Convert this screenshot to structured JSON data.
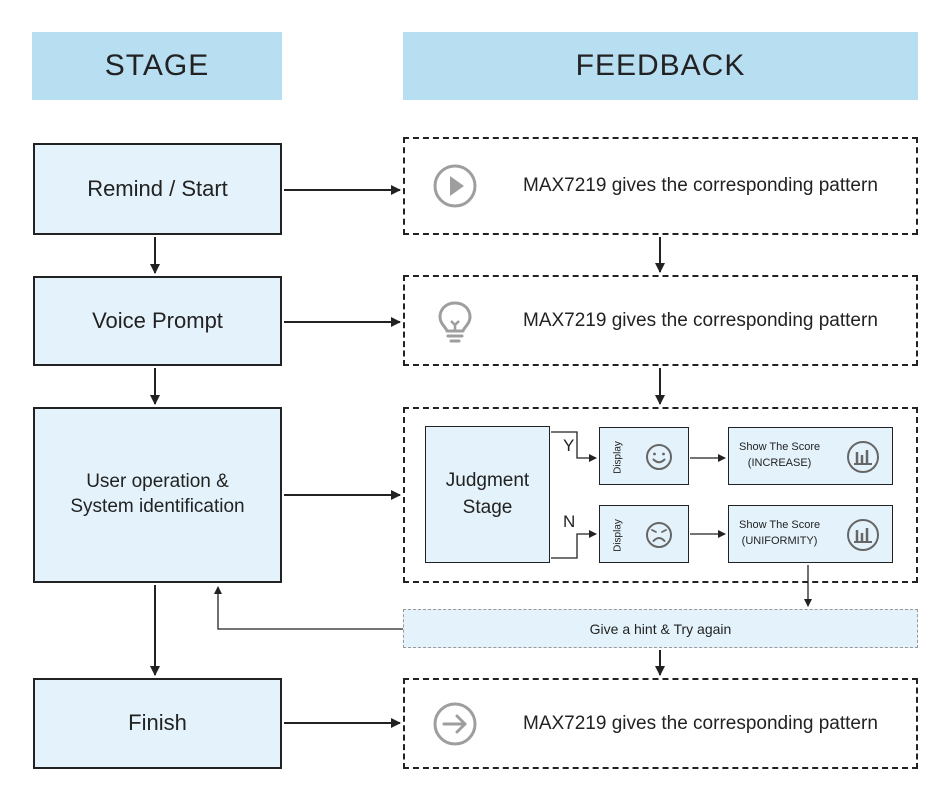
{
  "headers": {
    "stage": "STAGE",
    "feedback": "FEEDBACK"
  },
  "stages": {
    "remind_start": "Remind / Start",
    "voice_prompt": "Voice Prompt",
    "user_operation_line1": "User operation &",
    "user_operation_line2": "System identification",
    "finish": "Finish"
  },
  "feedback": {
    "remind_text": "MAX7219 gives the corresponding pattern",
    "voice_text": "MAX7219 gives the corresponding pattern",
    "finish_text": "MAX7219 gives the corresponding pattern",
    "remind_icon": "play-icon",
    "voice_icon": "lightbulb-icon",
    "finish_icon": "arrow-right-icon"
  },
  "judgment": {
    "title_line1": "Judgment",
    "title_line2": "Stage",
    "yes_label": "Y",
    "no_label": "N",
    "display_label_yes": "Display",
    "display_label_no": "Display",
    "yes_face_icon": "smile-face-icon",
    "no_face_icon": "sad-face-icon",
    "score_yes_line1": "Show The Score",
    "score_yes_line2": "(INCREASE)",
    "score_no_line1": "Show The Score",
    "score_no_line2": "(UNIFORMITY)",
    "score_icon": "bar-chart-icon"
  },
  "hint": {
    "text": "Give a hint & Try again"
  },
  "colors": {
    "header_bg": "#b8def2",
    "box_bg": "#e4f3fb",
    "icon_gray": "#9e9e9e",
    "line": "#222222"
  }
}
